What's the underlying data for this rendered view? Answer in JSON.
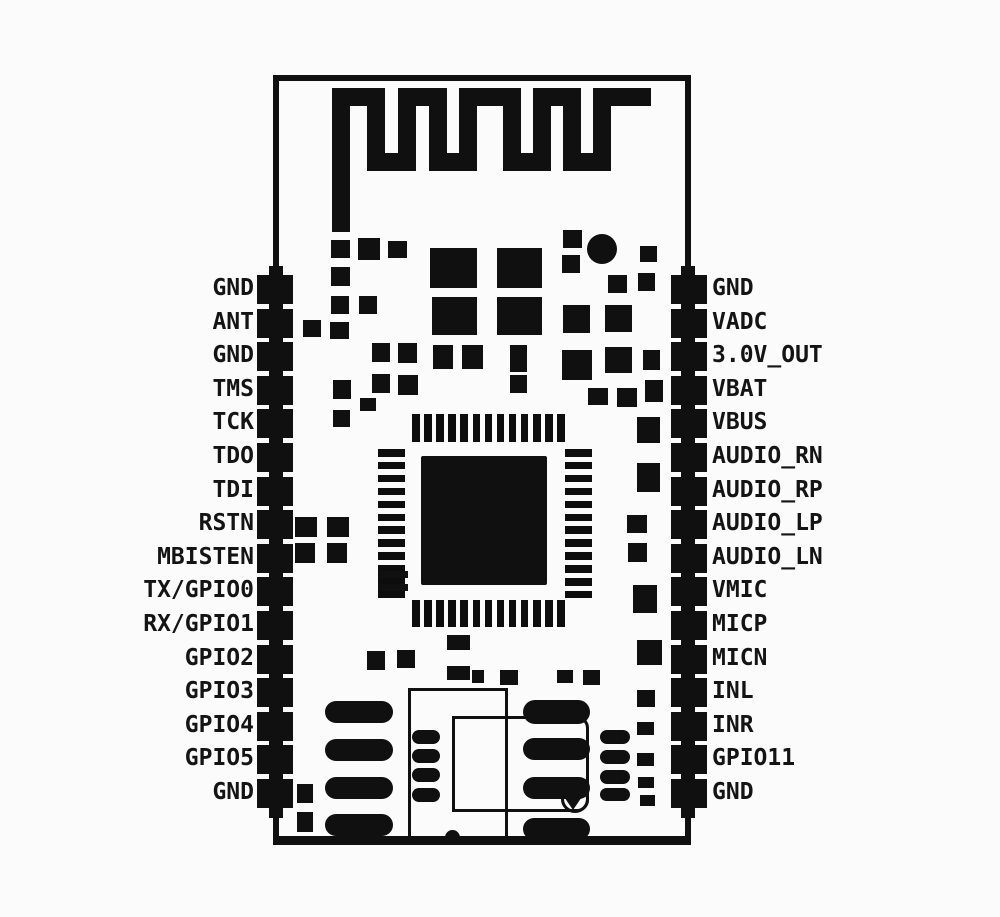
{
  "diagram": {
    "type": "pinout",
    "subject": "bluetooth-pcb-module"
  },
  "pins": {
    "left": [
      "GND",
      "ANT",
      "GND",
      "TMS",
      "TCK",
      "TDO",
      "TDI",
      "RSTN",
      "MBISTEN",
      "TX/GPIO0",
      "RX/GPIO1",
      "GPIO2",
      "GPIO3",
      "GPIO4",
      "GPIO5",
      "GND"
    ],
    "right": [
      "GND",
      "VADC",
      "3.0V_OUT",
      "VBAT",
      "VBUS",
      "AUDIO_RN",
      "AUDIO_RP",
      "AUDIO_LP",
      "AUDIO_LN",
      "VMIC",
      "MICP",
      "MICN",
      "INL",
      "INR",
      "GPIO11",
      "GND"
    ]
  },
  "colors": {
    "ink": "#101010",
    "background": "#fbfbfb"
  }
}
